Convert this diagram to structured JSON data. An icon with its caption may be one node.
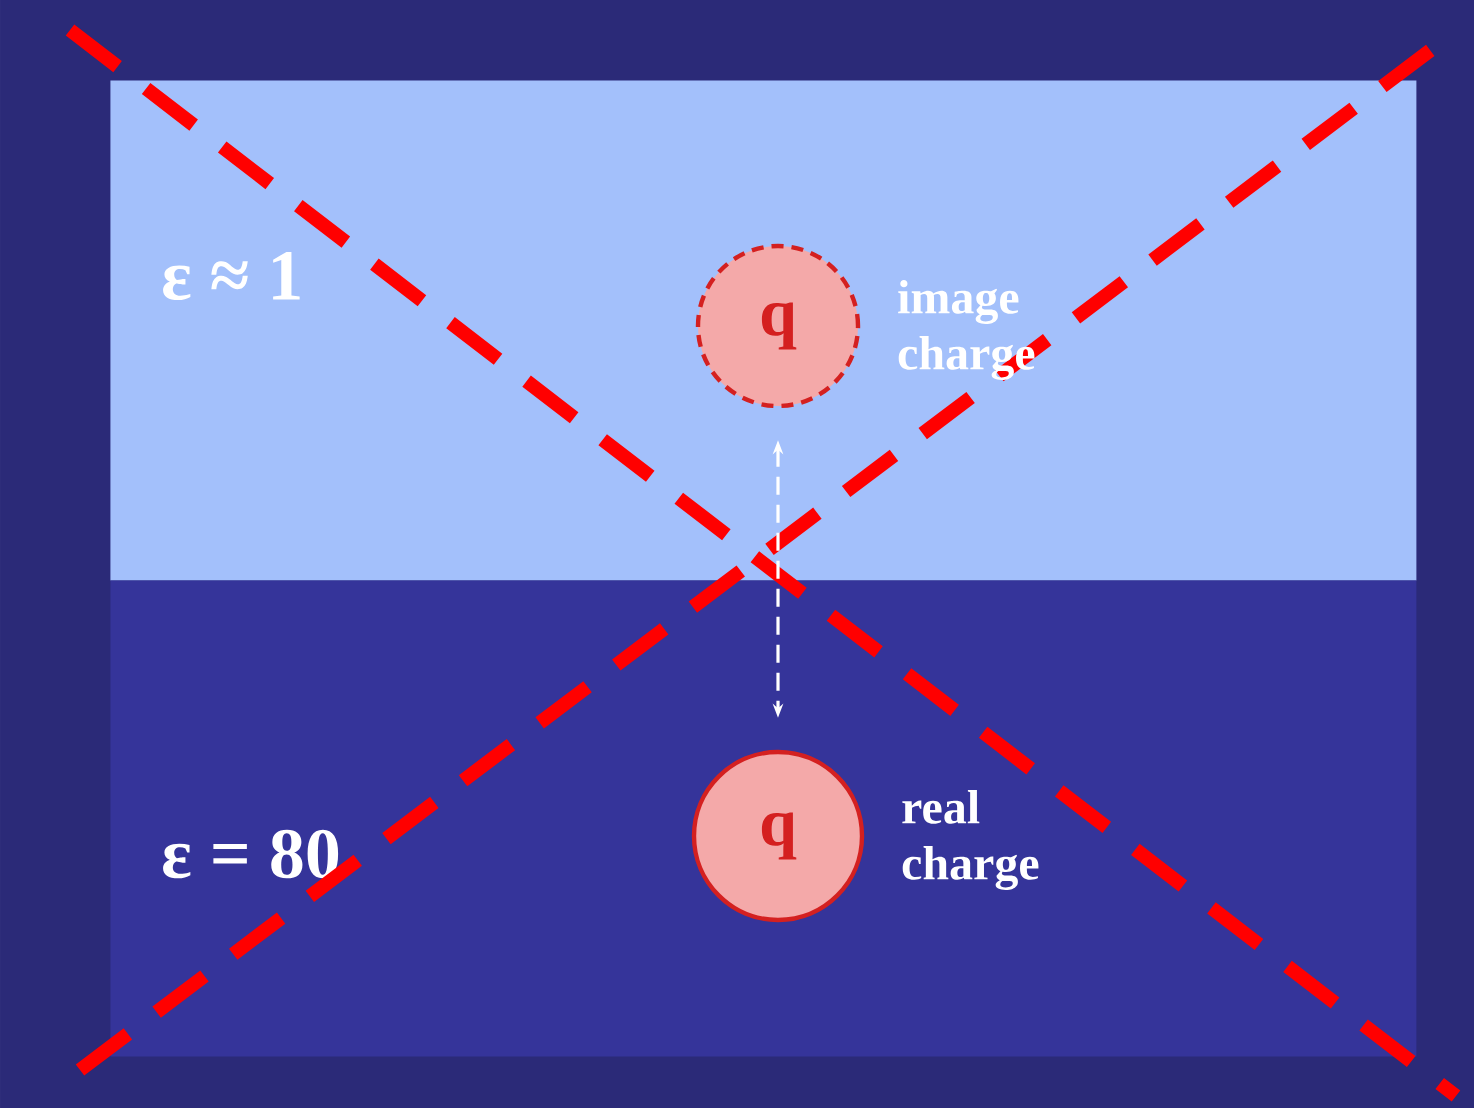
{
  "diagram": {
    "nodes": [
      {
        "text": [
          "ε ≈ 1"
        ]
      },
      {
        "text": [
          "q"
        ],
        "beside": [
          "image charge"
        ],
        "in": 0
      },
      {
        "text": [
          "ε = 80"
        ]
      },
      {
        "text": [
          "q"
        ],
        "beside": [
          "real charge"
        ],
        "in": 2
      }
    ],
    "edges": [
      {
        "from": 1,
        "to": 3,
        "arrow": "both",
        "style": "dashed"
      }
    ]
  }
}
